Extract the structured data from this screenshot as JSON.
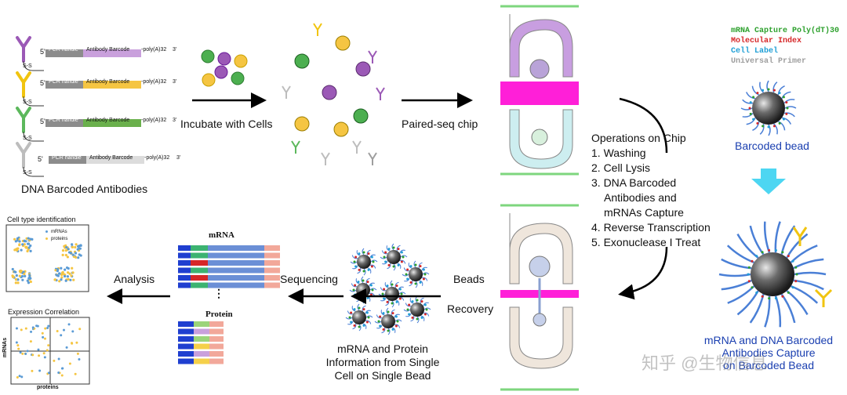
{
  "antibodies": {
    "caption": "DNA Barcoded Antibodies",
    "rows": [
      {
        "color": "#9b59b6",
        "five": "5'",
        "handle": "PCR handle",
        "barcode": "Antibody Barcode",
        "tail": "-poly(A)32",
        "three": "3'",
        "ss": "S-S"
      },
      {
        "color": "#f1c40f",
        "five": "5'",
        "handle": "PCR handle",
        "barcode": "Antibody Barcode",
        "tail": "-poly(A)32",
        "three": "3'",
        "ss": "S-S"
      },
      {
        "color": "#5cb85c",
        "five": "5'",
        "handle": "PCR handle",
        "barcode": "Antibody Barcode",
        "tail": "-poly(A)32",
        "three": "3'",
        "ss": "S-S"
      },
      {
        "color": "#bdbdbd",
        "five": "5'",
        "handle": "PCR handle",
        "barcode": "Antibody Barcode",
        "tail": "-poly(A)32",
        "three": "3'",
        "ss": "S-S"
      }
    ]
  },
  "arrows": {
    "incubate": "Incubate with Cells",
    "chip": "Paired-seq chip",
    "beads_1": "Beads",
    "beads_2": "Recovery",
    "sequencing": "Sequencing",
    "analysis": "Analysis"
  },
  "operations": {
    "title": "Operations on Chip",
    "steps": [
      "1. Washing",
      "2. Cell Lysis",
      "3. DNA Barcoded",
      "Antibodies and",
      "mRNAs Capture",
      "4. Reverse Transcription",
      "5. Exonuclease I Treat"
    ]
  },
  "bead_legend": {
    "items": [
      {
        "text": "mRNA Capture  Poly(dT)30",
        "color": "#2ca02c"
      },
      {
        "text": "Molecular Index",
        "color": "#d62728"
      },
      {
        "text": "Cell Label",
        "color": "#1f9fd6"
      },
      {
        "text": "Universal Primer",
        "color": "#9e9e9e"
      }
    ],
    "caption": "Barcoded bead",
    "caption_color": "#1a3fb0"
  },
  "capture_caption": [
    "mRNA and DNA Barcoded",
    "Antibodies Capture",
    "on Barcoded Bead"
  ],
  "single_bead_caption": [
    "mRNA and Protein",
    "Information from Single",
    "Cell on Single Bead"
  ],
  "reads": {
    "mrna_label": "mRNA",
    "protein_label": "Protein",
    "dots": "⋮",
    "mrna_rows": [
      [
        "#1f3fd0",
        "#3cb371",
        "#6b8fd6",
        "#f2a89a"
      ],
      [
        "#1f3fd0",
        "#3cb371",
        "#6b8fd6",
        "#f2a89a"
      ],
      [
        "#1f3fd0",
        "#d62728",
        "#6b8fd6",
        "#f2a89a"
      ],
      [
        "#1f3fd0",
        "#3cb371",
        "#6b8fd6",
        "#f2a89a"
      ],
      [
        "#1f3fd0",
        "#d62728",
        "#6b8fd6",
        "#f2a89a"
      ],
      [
        "#1f3fd0",
        "#3cb371",
        "#6b8fd6",
        "#f2a89a"
      ]
    ],
    "protein_rows": [
      [
        "#1f3fd0",
        "#9bd47a",
        "#f2a89a"
      ],
      [
        "#1f3fd0",
        "#c9a0dc",
        "#f2a89a"
      ],
      [
        "#1f3fd0",
        "#9bd47a",
        "#f2a89a"
      ],
      [
        "#1f3fd0",
        "#f5d04a",
        "#f2a89a"
      ],
      [
        "#1f3fd0",
        "#c9a0dc",
        "#f2a89a"
      ],
      [
        "#1f3fd0",
        "#f5d04a",
        "#f2a89a"
      ]
    ]
  },
  "cell_type_plot": {
    "title": "Cell type identification",
    "legend": [
      {
        "text": "mRNAs",
        "color": "#5b9bd5"
      },
      {
        "text": "proteins",
        "color": "#f5c542"
      }
    ]
  },
  "correlation_plot": {
    "title": "Expression Correlation",
    "ylabel": "mRNAs",
    "xlabel": "proteins"
  },
  "watermark": "知乎 @生物信息"
}
